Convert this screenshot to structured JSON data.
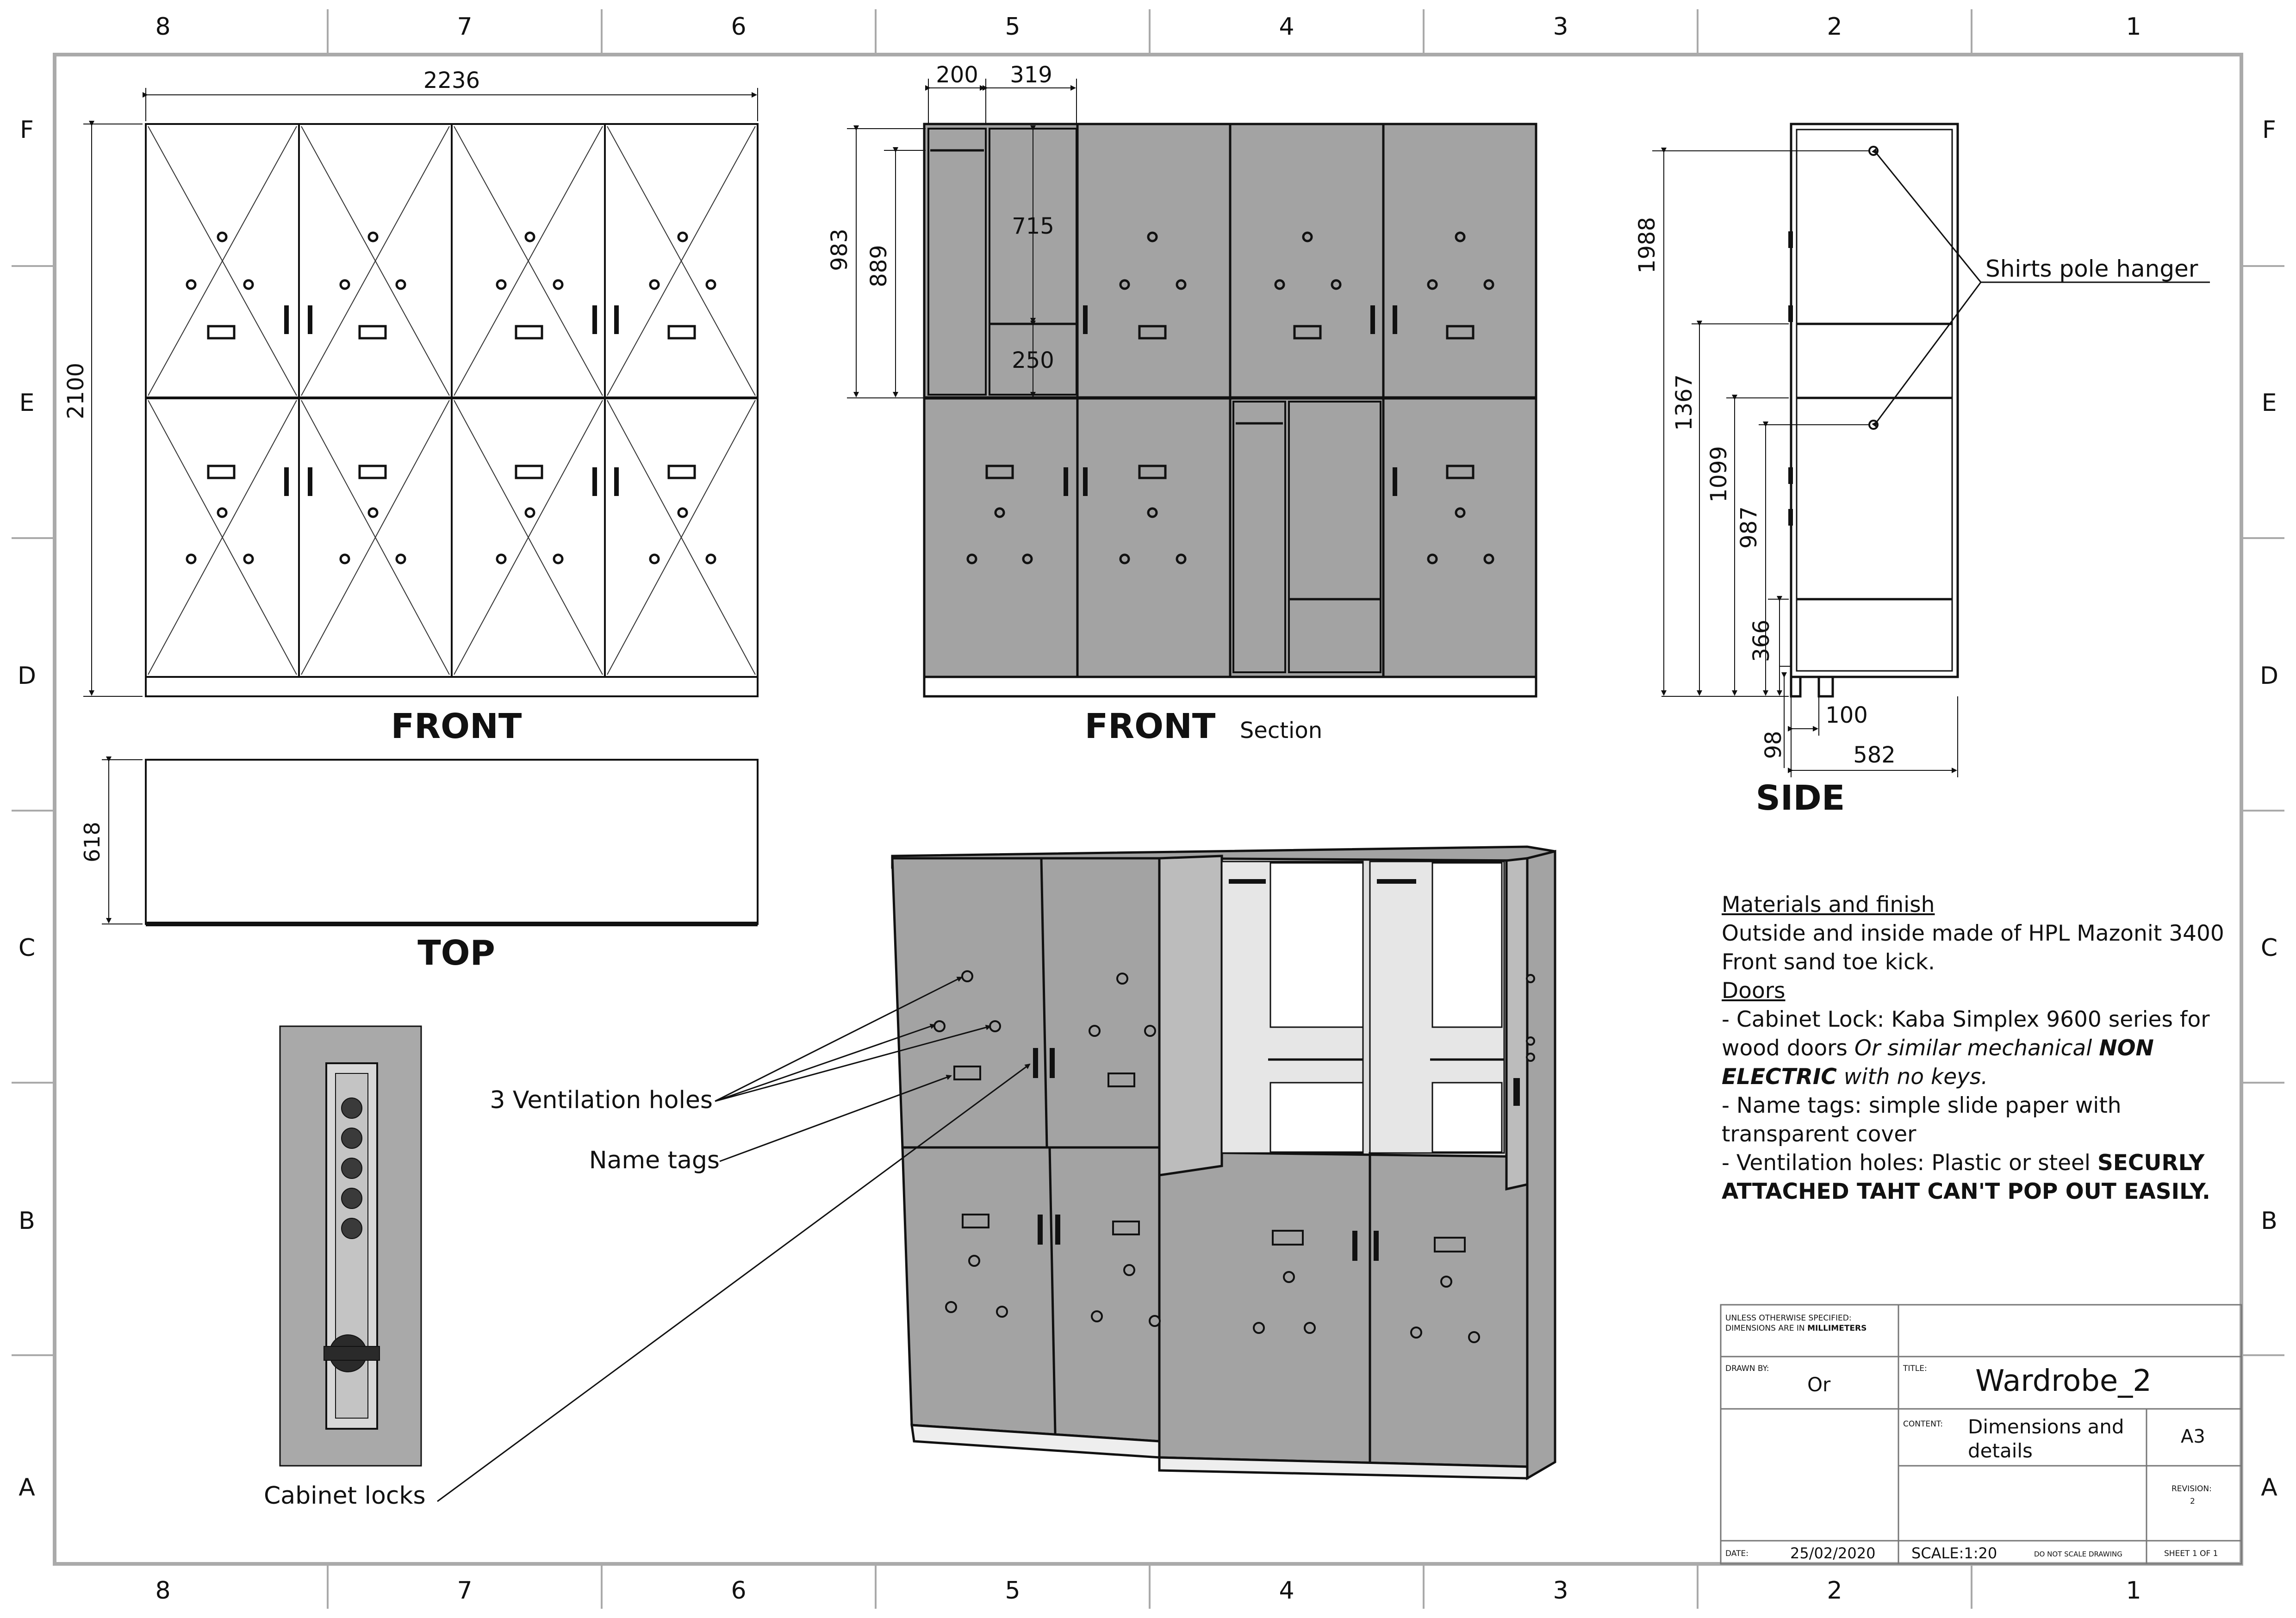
{
  "grid": {
    "columns": [
      "8",
      "7",
      "6",
      "5",
      "4",
      "3",
      "2",
      "1"
    ],
    "rows": [
      "F",
      "E",
      "D",
      "C",
      "B",
      "A"
    ]
  },
  "views": {
    "front_title": "FRONT",
    "section_title": "FRONT",
    "section_subtitle": "Section",
    "side_title": "SIDE",
    "top_title": "TOP"
  },
  "dimensions": {
    "front_width": "2236",
    "front_height": "2100",
    "section_200": "200",
    "section_319": "319",
    "section_983": "983",
    "section_889": "889",
    "section_715": "715",
    "section_250": "250",
    "side_1988": "1988",
    "side_1367": "1367",
    "side_1099": "1099",
    "side_987": "987",
    "side_366": "366",
    "side_98": "98",
    "side_100": "100",
    "side_582": "582",
    "top_618": "618"
  },
  "callouts": {
    "shirts_pole_hanger": "Shirts pole hanger",
    "ventilation_holes": "3 Ventilation holes",
    "name_tags": "Name tags",
    "cabinet_locks": "Cabinet locks"
  },
  "notes": {
    "materials_heading": "Materials and finish",
    "materials_line1": "Outside and inside made of HPL Mazonit 3400",
    "materials_line2": "Front sand toe kick.",
    "doors_heading": "Doors",
    "lock_text": "- Cabinet Lock: Kaba Simplex 9600 series for wood doors",
    "lock_italic": "Or similar mechanical",
    "lock_bold": "NON ELECTRIC",
    "lock_tail": "with no keys.",
    "name_tags_note": "- Name tags: simple slide paper with transparent cover",
    "vent_note": "- Ventilation holes: Plastic or steel",
    "vent_bold": "SECURLY ATTACHED TAHT CAN'T POP OUT EASILY."
  },
  "title_block": {
    "unless_line1": "UNLESS OTHERWISE SPECIFIED:",
    "unless_line2": "DIMENSIONS ARE IN",
    "unless_unit": "MILLIMETERS",
    "drawn_by_label": "DRAWN BY:",
    "drawn_by": "Or",
    "title_label": "TITLE:",
    "title": "Wardrobe_2",
    "content_label": "CONTENT:",
    "content_line1": "Dimensions and",
    "content_line2": "details",
    "size": "A3",
    "revision_label": "REVISION:",
    "revision": "2",
    "date_label": "DATE:",
    "date": "25/02/2020",
    "scale": "SCALE:1:20",
    "do_not_scale": "DO NOT SCALE DRAWING",
    "sheet": "SHEET 1 OF 1"
  }
}
